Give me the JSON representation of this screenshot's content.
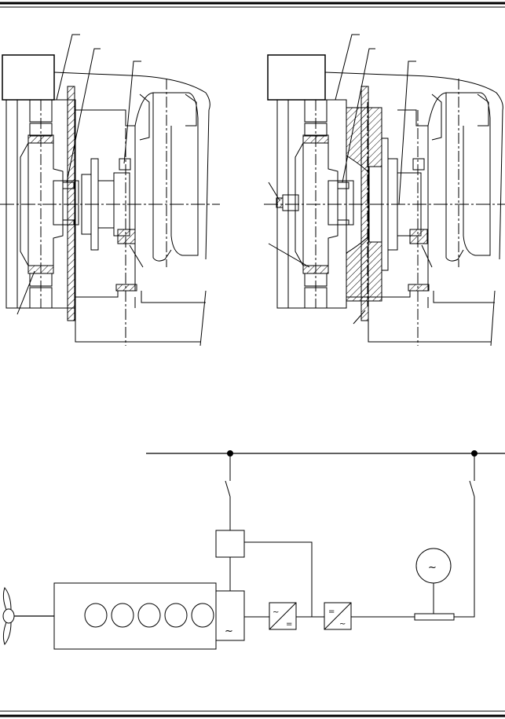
{
  "figure": {
    "type": "technical-drawing",
    "views": [
      "shaft-coupling-standard",
      "shaft-coupling-with-flywheel",
      "propulsion-single-line-diagram"
    ]
  },
  "schematic": {
    "rectifier_in": "~",
    "rectifier_out": "=",
    "inverter_in": "=",
    "inverter_out": "~",
    "shaft_generator_symbol": "~",
    "aux_generator_symbol": "~",
    "engine_cylinders": 5
  },
  "colors": {
    "line": "#000000",
    "background": "#ffffff"
  }
}
